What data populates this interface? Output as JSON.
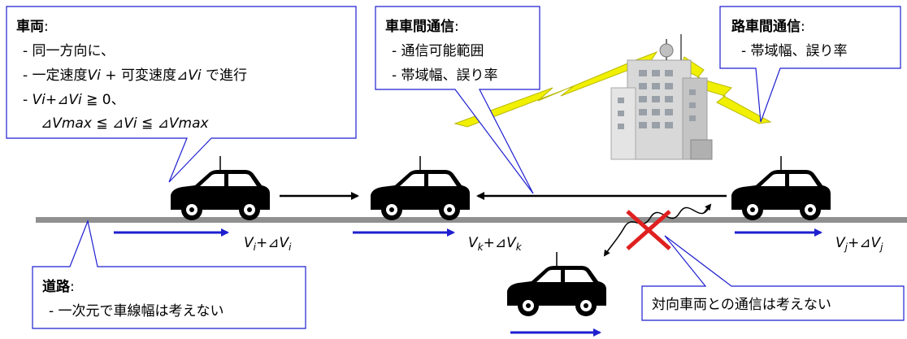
{
  "vehicle_box": {
    "title": "車両",
    "colon": ":",
    "line1": "- 同一方向に、",
    "line2_pre": "- 一定速度",
    "line2_vi": "Vi",
    "line2_mid": " + 可変速度",
    "line2_dvi": "⊿Vi",
    "line2_post": " で進行",
    "line3_pre": "- ",
    "line3_math": "Vi+⊿Vi",
    "line3_post": " ≧ 0、",
    "line4_a": "⊿Vmax",
    "line4_rel1": " ≦ ",
    "line4_b": "⊿Vi",
    "line4_rel2": " ≦ ",
    "line4_c": "⊿Vmax"
  },
  "v2v_box": {
    "title": "車車間通信",
    "colon": ":",
    "line1": "- 通信可能範囲",
    "line2": "- 帯域幅、誤り率"
  },
  "r2v_box": {
    "title": "路車間通信",
    "colon": ":",
    "line1": "- 帯域幅、誤り率"
  },
  "road_box": {
    "title": "道路",
    "colon": ":",
    "line1": "- 一次元で車線幅は考えない"
  },
  "oncoming_box": {
    "line1": "対向車両との通信は考えない"
  },
  "velocity_labels": {
    "i": {
      "v": "V",
      "sub": "i",
      "plus": "+",
      "dv": "⊿V",
      "dsub": "i"
    },
    "k": {
      "v": "V",
      "sub": "k",
      "plus": "+",
      "dv": "⊿V",
      "dsub": "k"
    },
    "j": {
      "v": "V",
      "sub": "j",
      "plus": "+",
      "dv": "⊿V",
      "dsub": "j"
    }
  },
  "colors": {
    "arrow_blue": "#1f1fd0",
    "lightning": "#f0f000",
    "road": "#909090",
    "cross": "#e02020",
    "callout_border": "#1f1fd0",
    "car": "#000000"
  }
}
